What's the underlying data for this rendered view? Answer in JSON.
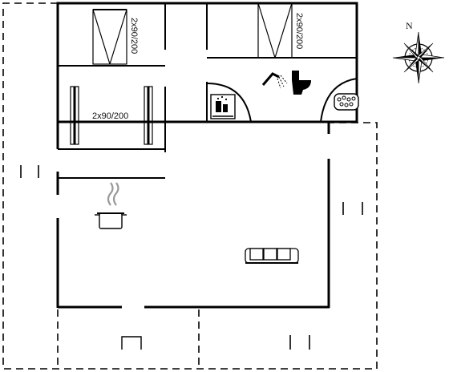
{
  "plan": {
    "bed_labels": [
      "2x90/200",
      "2x90/200",
      "2x90/200"
    ],
    "compass_label": "N"
  },
  "icons": [
    "bed-icon",
    "shower-icon",
    "toilet-icon",
    "sauna-icon",
    "whirlpool-icon",
    "kitchen-pot-icon",
    "sofa-icon",
    "compass-rose-icon"
  ],
  "colors": {
    "wall": "#000000",
    "background": "#ffffff"
  }
}
